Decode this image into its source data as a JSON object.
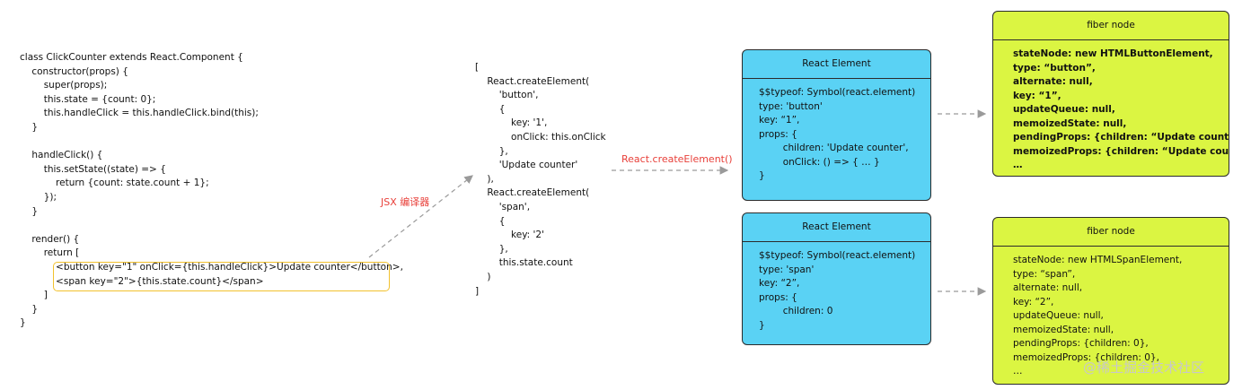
{
  "source_code": [
    "class ClickCounter extends React.Component {",
    "    constructor(props) {",
    "        super(props);",
    "        this.state = {count: 0};",
    "        this.handleClick = this.handleClick.bind(this);",
    "    }",
    "",
    "    handleClick() {",
    "        this.setState((state) => {",
    "            return {count: state.count + 1};",
    "        });",
    "    }",
    "",
    "    render() {",
    "        return [",
    "            <button key=\"1\" onClick={this.handleClick}>Update counter</button>,",
    "            <span key=\"2\">{this.state.count}</span>",
    "        ]",
    "    }",
    "}"
  ],
  "compiled_code": [
    "[",
    "    React.createElement(",
    "        'button',",
    "        {",
    "            key: '1',",
    "            onClick: this.onClick",
    "        },",
    "        'Update counter'",
    "    ),",
    "    React.createElement(",
    "        'span',",
    "        {",
    "            key: '2'",
    "        },",
    "        this.state.count",
    "    )",
    "]"
  ],
  "labels": {
    "jsx_compiler": "JSX 编译器",
    "create_element": "React.createElement()"
  },
  "react_elements": [
    {
      "title": "React Element",
      "lines": [
        "$$typeof: Symbol(react.element)",
        "type: 'button'",
        "key: “1”,",
        "props: {",
        "        children: 'Update counter',",
        "        onClick: () => { … }",
        "}"
      ]
    },
    {
      "title": "React Element",
      "lines": [
        "$$typeof: Symbol(react.element)",
        "type: 'span'",
        "key: “2”,",
        "props: {",
        "        children: 0",
        "}"
      ]
    }
  ],
  "fiber_nodes": [
    {
      "title": "fiber node",
      "lines": [
        "stateNode: new HTMLButtonElement,",
        "type: “button”,",
        "alternate: null,",
        "key: “1”,",
        "updateQueue: null,",
        "memoizedState: null,",
        "pendingProps: {children: “Update counter”},",
        "memoizedProps: {children: “Update counter”},",
        "…"
      ]
    },
    {
      "title": "fiber node",
      "lines": [
        "stateNode: new HTMLSpanElement,",
        "type: “span”,",
        "alternate: null,",
        "key: “2”,",
        "updateQueue: null,",
        "memoizedState: null,",
        "pendingProps: {children: 0},",
        "memoizedProps: {children: 0},",
        "…"
      ]
    }
  ],
  "watermark": "@稀土掘金技术社区",
  "colors": {
    "react_element_fill": "#5ad2f4",
    "fiber_node_fill": "#dbf542",
    "highlight_border": "#f2c12e",
    "label_red": "#e8403a",
    "arrow_gray": "#9a9a9a"
  }
}
